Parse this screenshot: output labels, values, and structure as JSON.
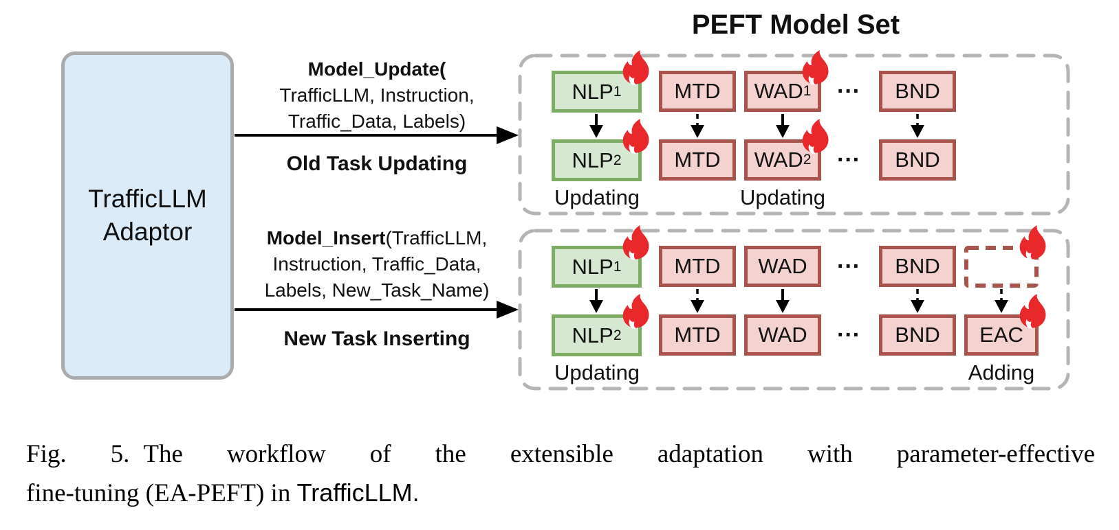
{
  "colors": {
    "adaptor_fill": "#dcebf8",
    "adaptor_border": "#a9abad",
    "green_fill": "#d6e8d2",
    "green_border": "#7cad62",
    "red_fill": "#f3d2cf",
    "red_border": "#a9534d",
    "fire_red": "#e8282b",
    "container_dash": "#b5b5b5",
    "text": "#111111"
  },
  "adaptor": {
    "line1": "TrafficLLM",
    "line2": "Adaptor"
  },
  "flows": {
    "update": {
      "call_bold": "Model_Update(",
      "call_line2": "TrafficLLM, Instruction,",
      "call_line3": "Traffic_Data, Labels)",
      "label": "Old Task Updating"
    },
    "insert": {
      "call_bold": "Model_Insert",
      "call_tail": "(TrafficLLM,",
      "call_line2": "Instruction, Traffic_Data,",
      "call_line3": "Labels, New_Task_Name)",
      "label": "New Task Inserting"
    }
  },
  "peft": {
    "title": "PEFT Model Set",
    "dots": "···",
    "update_set": {
      "r1c1_base": "NLP",
      "r1c1_sub": "1",
      "r1c2": "MTD",
      "r1c3_base": "WAD",
      "r1c3_sub": "1",
      "r1c4": "BND",
      "r2c1_base": "NLP",
      "r2c1_sub": "2",
      "r2c2": "MTD",
      "r2c3_base": "WAD",
      "r2c3_sub": "2",
      "r2c4": "BND",
      "label_left": "Updating",
      "label_mid": "Updating"
    },
    "insert_set": {
      "r1c1_base": "NLP",
      "r1c1_sub": "1",
      "r1c2": "MTD",
      "r1c3": "WAD",
      "r1c4": "BND",
      "r2c1_base": "NLP",
      "r2c1_sub": "2",
      "r2c2": "MTD",
      "r2c3": "WAD",
      "r2c4": "BND",
      "r2c5": "EAC",
      "label_left": "Updating",
      "label_right": "Adding"
    }
  },
  "caption": {
    "prefix": "Fig. 5.",
    "line1": "The workflow of the extensible adaptation with parameter-effective",
    "line2": "fine-tuning (EA-PEFT) in",
    "brand": "TrafficLLM."
  }
}
